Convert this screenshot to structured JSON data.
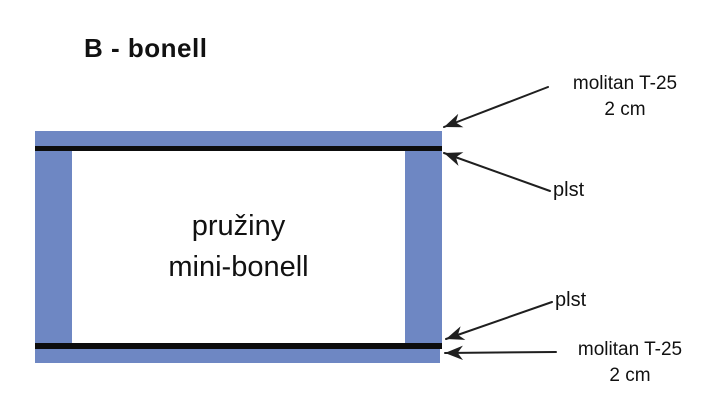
{
  "title": "B - bonell",
  "colors": {
    "foam_blue": "#6e87c3",
    "felt_black": "#0d0d0d",
    "arrow": "#1f1f1f",
    "text": "#111111",
    "background": "#ffffff"
  },
  "core": {
    "line1": "pružiny",
    "line2": "mini-bonell"
  },
  "annotations": {
    "top_foam": {
      "label": "molitan T-25",
      "thickness": "2 cm"
    },
    "top_felt": {
      "label": "plst"
    },
    "bottom_felt": {
      "label": "plst"
    },
    "bottom_foam": {
      "label": "molitan T-25",
      "thickness": "2 cm"
    }
  }
}
